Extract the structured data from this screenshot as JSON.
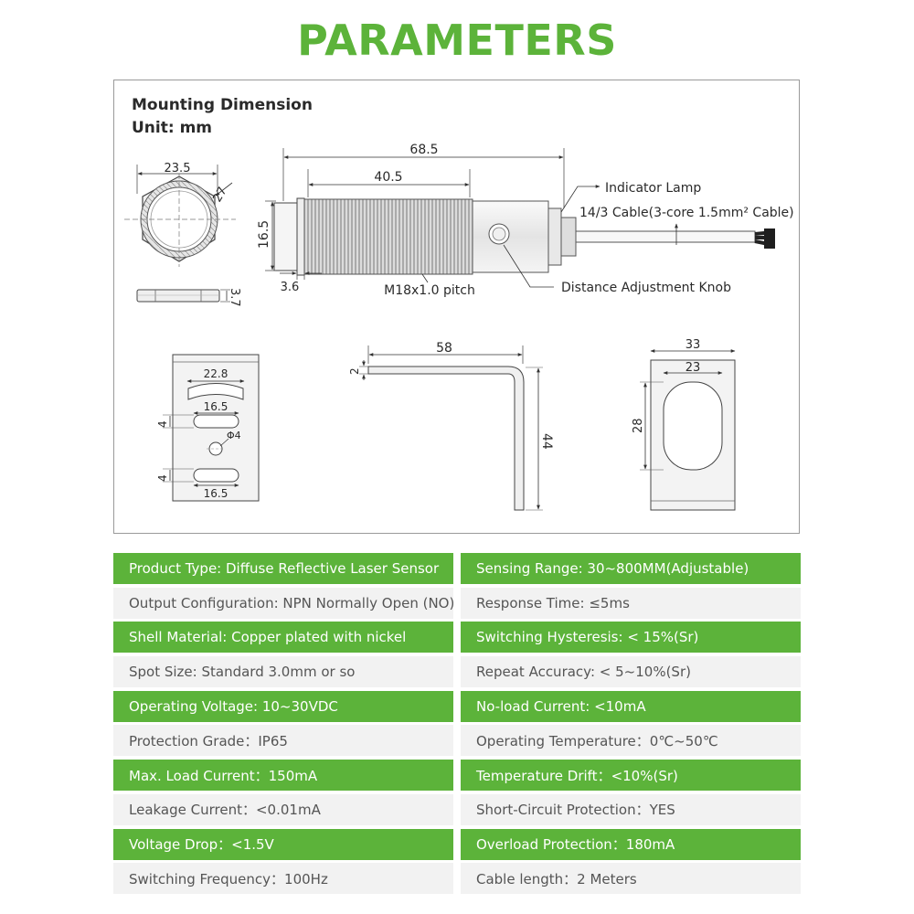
{
  "header": {
    "title": "PARAMETERS"
  },
  "colors": {
    "accent_green": "#5cb33a",
    "cell_gray": "#f2f2f2",
    "line": "#333333"
  },
  "diagram": {
    "heading": "Mounting Dimension",
    "unit": "Unit: mm",
    "nut": {
      "width": "23.5",
      "corner": "27",
      "thickness": "3.7"
    },
    "sensor": {
      "total_length": "68.5",
      "thread_length": "40.5",
      "diameter": "16.5",
      "front_gap": "3.6",
      "thread_pitch": "M18x1.0 pitch",
      "indicator_lamp": "Indicator Lamp",
      "cable": "14/3 Cable(3-core 1.5mm² Cable)",
      "knob": "Distance Adjustment Knob"
    },
    "bracket_front": {
      "top_slot": "22.8",
      "mid_slot": "16.5",
      "slot_h_upper": "4",
      "hole": "Φ4",
      "slot_h_lower": "4",
      "bottom_slot": "16.5"
    },
    "bracket_side": {
      "length": "58",
      "thickness": "2",
      "height": "44"
    },
    "bracket_back": {
      "outer_width": "33",
      "inner_width": "23",
      "height": "28"
    }
  },
  "specs": [
    {
      "text": "Product Type: Diffuse Reflective Laser Sensor",
      "style": "highlight"
    },
    {
      "text": "Sensing Range: 30~800MM(Adjustable)",
      "style": "highlight"
    },
    {
      "text": "Output Configuration: NPN Normally Open (NO)",
      "style": "plain"
    },
    {
      "text": "Response Time: ≤5ms",
      "style": "plain"
    },
    {
      "text": "Shell Material: Copper plated with nickel",
      "style": "highlight"
    },
    {
      "text": "Switching Hysteresis: < 15%(Sr)",
      "style": "highlight"
    },
    {
      "text": "Spot Size: Standard 3.0mm or so",
      "style": "plain"
    },
    {
      "text": "Repeat Accuracy: < 5~10%(Sr)",
      "style": "plain"
    },
    {
      "text": "Operating Voltage: 10~30VDC",
      "style": "highlight"
    },
    {
      "text": "No-load Current: <10mA",
      "style": "highlight"
    },
    {
      "text": "Protection Grade：IP65",
      "style": "plain"
    },
    {
      "text": "Operating Temperature：0℃~50℃",
      "style": "plain"
    },
    {
      "text": "Max. Load Current：150mA",
      "style": "highlight"
    },
    {
      "text": "Temperature Drift：<10%(Sr)",
      "style": "highlight"
    },
    {
      "text": "Leakage Current：<0.01mA",
      "style": "plain"
    },
    {
      "text": "Short-Circuit Protection：YES",
      "style": "plain"
    },
    {
      "text": "Voltage Drop：<1.5V",
      "style": "highlight"
    },
    {
      "text": "Overload Protection：180mA",
      "style": "highlight"
    },
    {
      "text": "Switching Frequency：100Hz",
      "style": "plain"
    },
    {
      "text": "Cable length：2 Meters",
      "style": "plain"
    }
  ]
}
